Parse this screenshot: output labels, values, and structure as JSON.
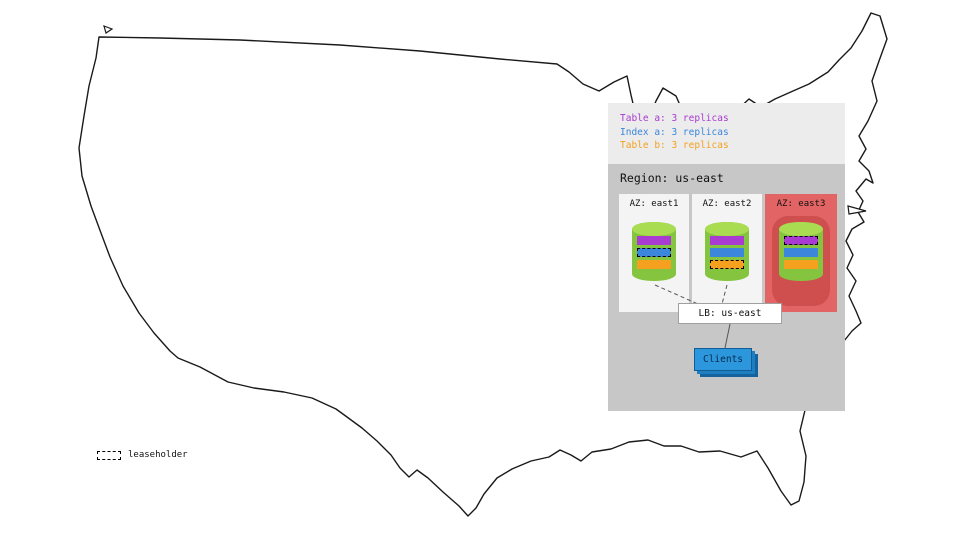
{
  "legend_panel": {
    "items": [
      {
        "label": "Table a: 3 replicas",
        "color": "#a93ad2"
      },
      {
        "label": "Index a: 3 replicas",
        "color": "#3c87dc"
      },
      {
        "label": "Table b: 3 replicas",
        "color": "#f5a01e"
      }
    ]
  },
  "region": {
    "title": "Region: us-east",
    "lb_label": "LB: us-east",
    "clients_label": "Clients",
    "zones": [
      {
        "label": "AZ: east1",
        "status": "up",
        "replicas": [
          {
            "name": "table-a",
            "color": "#a93ad2",
            "leaseholder": false
          },
          {
            "name": "index-a",
            "color": "#3c87dc",
            "leaseholder": true
          },
          {
            "name": "table-b",
            "color": "#f5a01e",
            "leaseholder": false
          }
        ]
      },
      {
        "label": "AZ: east2",
        "status": "up",
        "replicas": [
          {
            "name": "table-a",
            "color": "#a93ad2",
            "leaseholder": false
          },
          {
            "name": "index-a",
            "color": "#3c87dc",
            "leaseholder": false
          },
          {
            "name": "table-b",
            "color": "#f5a01e",
            "leaseholder": true
          }
        ]
      },
      {
        "label": "AZ: east3",
        "status": "down",
        "replicas": [
          {
            "name": "table-a",
            "color": "#a93ad2",
            "leaseholder": true
          },
          {
            "name": "index-a",
            "color": "#3c87dc",
            "leaseholder": false
          },
          {
            "name": "table-b",
            "color": "#f5a01e",
            "leaseholder": false
          }
        ]
      }
    ]
  },
  "map_legend": {
    "label": "leaseholder"
  },
  "colors": {
    "cylinder_body": "#84c43e",
    "cylinder_top": "#aadc52",
    "zone_down_bg": "#e26464",
    "zone_down_inner": "#cf4f4f"
  }
}
